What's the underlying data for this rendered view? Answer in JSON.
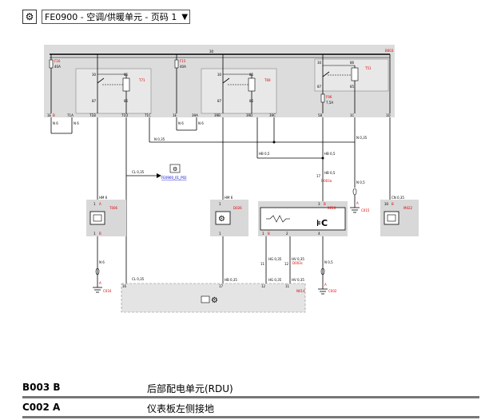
{
  "header": {
    "page_selector_value": "FE0900 - 空调/供暖单元 - 页码 1",
    "gear_icon": "gear-icon",
    "dropdown_icon": "chevron-down-icon"
  },
  "diagram": {
    "module_label": "B003",
    "bus_label": "30",
    "fuse1": {
      "id": "F16",
      "rating": "40A"
    },
    "fuse2": {
      "id": "F15",
      "rating": "40A"
    },
    "fuse3": {
      "id": "F96",
      "rating": "7,5A"
    },
    "relay1": {
      "id": "T71",
      "p30": "30",
      "p85": "85",
      "p87": "87",
      "p86": "86"
    },
    "relay2": {
      "id": "T69",
      "p30": "30",
      "p85": "85",
      "p87": "87",
      "p86": "86"
    },
    "relay3": {
      "id": "T51",
      "p30": "30",
      "p86": "86",
      "p87": "87",
      "p85": "85"
    },
    "pins": {
      "p1": "1E",
      "p1s": "B",
      "p2": "71A",
      "p3": "71B",
      "p4": "71D",
      "p5": "71C",
      "p6": "1E",
      "p7": "39A",
      "p8": "39B",
      "p9": "39D",
      "p10": "39C",
      "p11": "5B",
      "p12": "1C",
      "p13": "1D"
    },
    "wires": {
      "w1": "N 6",
      "w2": "N 6",
      "w3": "N 6",
      "w4": "N 6",
      "w5": "N 0,35",
      "w6": "N 0,35",
      "w7": "HB 0,5",
      "w8": "HB 0,5",
      "w9": "N 0,5",
      "w10": "CL 0,35",
      "w11": "HB 0,5",
      "w12": "N 0,5",
      "w13": "CN 0,35",
      "w14": "HM 6",
      "w15": "N 6",
      "w16": "CL 0,35",
      "w17": "HB 0,35",
      "w18": "HG 0,35",
      "w19": "HV 0,35",
      "w20": "HG 0,35",
      "w21": "HV 0,35",
      "w22": "N 0,5"
    },
    "splice1": "17",
    "splice1_id": "D003a",
    "link": "FE0900_01_P02",
    "c_t006": {
      "id": "T006",
      "top": "1",
      "tops": "A",
      "bot": "1",
      "bots": "B"
    },
    "c_d026": {
      "id": "D026",
      "top": "1",
      "bot": "1"
    },
    "c_k010": {
      "id": "K010",
      "top": "3",
      "tops": "B",
      "p1": "1",
      "p1s": "B",
      "p2": "2",
      "p4": "4"
    },
    "c_m022": {
      "id": "M022",
      "top": "30",
      "tops": "B"
    },
    "c_n014": {
      "id": "N014",
      "p16": "16",
      "p17": "17",
      "p12": "12",
      "p11": "11"
    },
    "splice2": {
      "a": "11",
      "b": "12",
      "id": "D003c"
    },
    "ground1": "C016",
    "ground1_pin": "A",
    "ground2": "C015",
    "ground2_pin": "A",
    "ground3": "C002",
    "ground3_pin": "A"
  },
  "legend": [
    {
      "code": "B003 B",
      "desc": "后部配电单元(RDU)"
    },
    {
      "code": "C002 A",
      "desc": "仪表板左侧接地"
    }
  ]
}
